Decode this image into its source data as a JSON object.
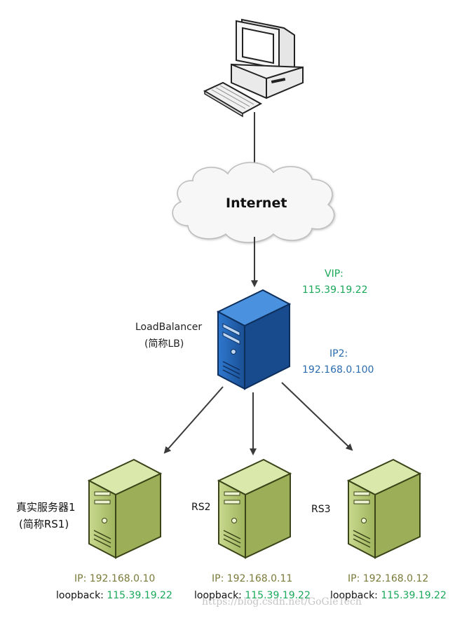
{
  "internet_label": "Internet",
  "load_balancer": {
    "name_line1": "LoadBalancer",
    "name_line2": "(简称LB)",
    "vip_label": "VIP:",
    "vip_value": "115.39.19.22",
    "ip2_label": "IP2:",
    "ip2_value": "192.168.0.100"
  },
  "servers": [
    {
      "name_line1": "真实服务器1",
      "name_line2": "(简称RS1)",
      "ip_label": "IP: 192.168.0.10",
      "loopback_label": "loopback:",
      "loopback_value": "115.39.19.22"
    },
    {
      "name_line1": "RS2",
      "ip_label": "IP: 192.168.0.11",
      "loopback_label": "loopback:",
      "loopback_value": "115.39.19.22"
    },
    {
      "name_line1": "RS3",
      "ip_label": "IP: 192.168.0.12",
      "loopback_label": "loopback:",
      "loopback_value": "115.39.19.22"
    }
  ],
  "watermark": "https://blog.csdn.net/GoGleTech",
  "colors": {
    "vip_green": "#1aa85a",
    "ip2_blue": "#2b6cb0",
    "ip_gray": "#7a7a3a",
    "loopback_green": "#1aa85a",
    "server_blue": "#1f63b5",
    "server_green": "#b5c878",
    "arrow": "#3a3a3a"
  }
}
